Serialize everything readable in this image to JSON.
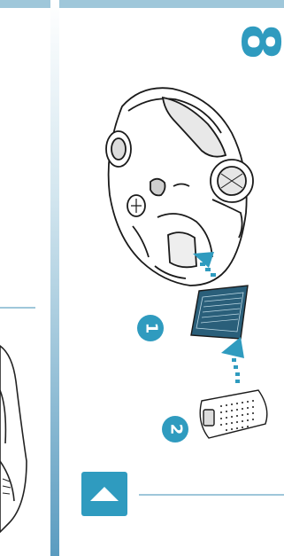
{
  "page": {
    "step_number": "8"
  },
  "callouts": [
    {
      "label": "1"
    },
    {
      "label": "2"
    }
  ],
  "icons": {
    "nav_button": "triangle-up-icon",
    "arrow": "dotted-arrow-icon"
  },
  "colors": {
    "accent": "#2f9bbf",
    "rule": "#9fc7da",
    "strip_dark": "#5b9cc0"
  }
}
